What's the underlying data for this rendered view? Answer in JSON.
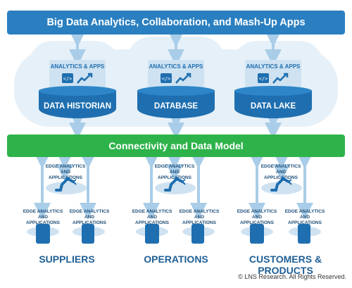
{
  "header": {
    "title": "Big Data Analytics, Collaboration, and Mash-Up Apps"
  },
  "stores": [
    {
      "name": "DATA HISTORIAN",
      "apps_title": "ANALYTICS & APPS"
    },
    {
      "name": "DATABASE",
      "apps_title": "ANALYTICS & APPS"
    },
    {
      "name": "DATA LAKE",
      "apps_title": "ANALYTICS & APPS"
    }
  ],
  "connectivity": {
    "title": "Connectivity and Data Model"
  },
  "edge": {
    "center_label": "EDGE ANALYTICS\nAND APPLICATIONS",
    "device_label": "EDGE ANALYTICS\nAND APPLICATIONS"
  },
  "groups": [
    {
      "name": "SUPPLIERS"
    },
    {
      "name": "OPERATIONS"
    },
    {
      "name": "CUSTOMERS & PRODUCTS"
    }
  ],
  "footer": {
    "copyright": "© LNS Research. All Rights Reserved."
  },
  "colors": {
    "blue": "#2a7fc0",
    "dark_blue": "#1f6fb0",
    "green": "#2eb34a",
    "light_blue": "#cfe2f1",
    "arrow": "#a9cde8"
  }
}
